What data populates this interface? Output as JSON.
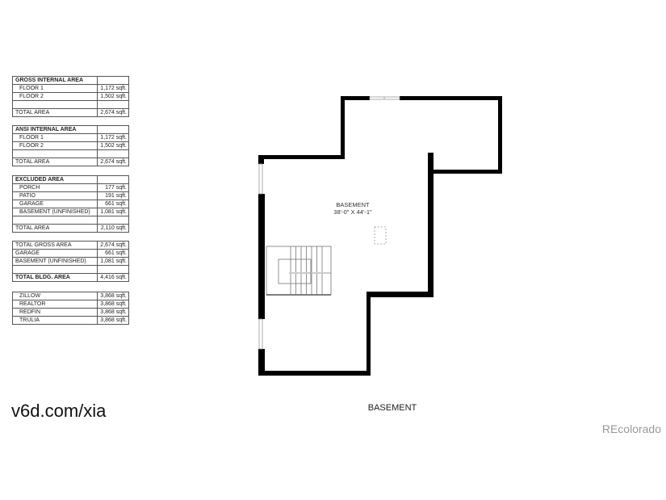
{
  "tables": [
    {
      "title": "GROSS INTERNAL AREA",
      "rows": [
        {
          "label": "FLOOR 1",
          "value": "1,172 sqft."
        },
        {
          "label": "FLOOR 2",
          "value": "1,502 sqft."
        },
        {
          "label": "",
          "value": ""
        }
      ],
      "total": {
        "label": "TOTAL AREA",
        "value": "2,674 sqft."
      }
    },
    {
      "title": "ANSI INTERNAL AREA",
      "rows": [
        {
          "label": "FLOOR 1",
          "value": "1,172 sqft."
        },
        {
          "label": "FLOOR 2",
          "value": "1,502 sqft."
        },
        {
          "label": "",
          "value": ""
        }
      ],
      "total": {
        "label": "TOTAL AREA",
        "value": "2,674 sqft."
      }
    },
    {
      "title": "EXCLUDED AREA",
      "rows": [
        {
          "label": "PORCH",
          "value": "177 sqft."
        },
        {
          "label": "PATIO",
          "value": "191 sqft."
        },
        {
          "label": "GARAGE",
          "value": "661 sqft."
        },
        {
          "label": "BASEMENT (UNFINISHED)",
          "value": "1,081 sqft."
        },
        {
          "label": "",
          "value": ""
        }
      ],
      "total": {
        "label": "TOTAL AREA",
        "value": "2,110 sqft."
      }
    },
    {
      "rows": [
        {
          "label": "TOTAL GROSS AREA",
          "value": "2,674 sqft."
        },
        {
          "label": "GARAGE",
          "value": "661 sqft."
        },
        {
          "label": "BASEMENT (UNFINISHED)",
          "value": "1,081 sqft."
        },
        {
          "label": "",
          "value": ""
        }
      ],
      "total": {
        "label": "TOTAL BLDG. AREA",
        "value": "4,416 sqft."
      }
    },
    {
      "rows": [
        {
          "label": "ZILLOW",
          "value": "3,868 sqft."
        },
        {
          "label": "REALTOR",
          "value": "3,868 sqft."
        },
        {
          "label": "REDFIN",
          "value": "3,868 sqft."
        },
        {
          "label": "TRULIA",
          "value": "3,868 sqft."
        }
      ]
    }
  ],
  "plan": {
    "room_name": "BASEMENT",
    "room_dims": "38'-0\" X 44'-1\"",
    "floor_label": "BASEMENT"
  },
  "brand": "v6d.com/xia",
  "watermark": "REcolorado"
}
